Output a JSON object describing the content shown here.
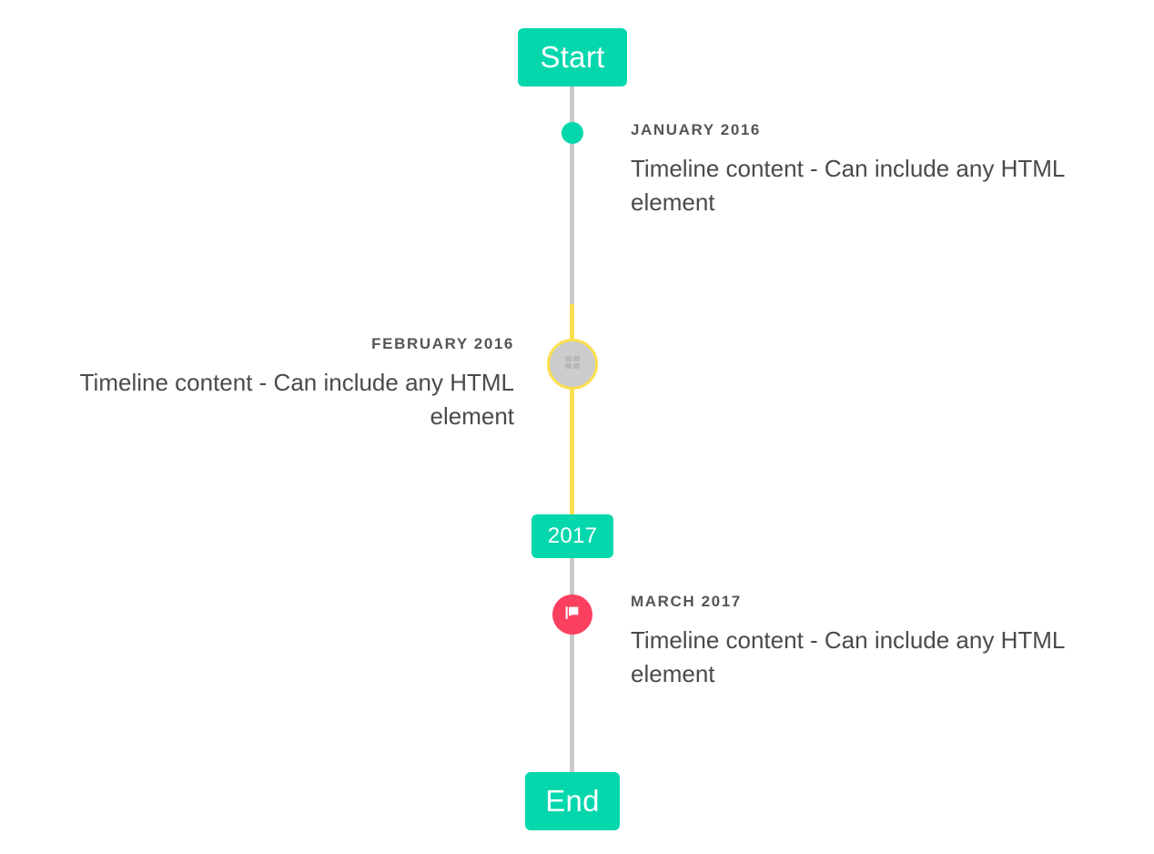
{
  "timeline": {
    "accent_color": "#05d7ad",
    "highlight_color": "#fadf50",
    "marker_flag_color": "#fb3f5f",
    "rail_color": "#c9c9c9",
    "text_color": "#4a4a4a",
    "heading_color": "#555555",
    "start_label": "Start",
    "year_label": "2017",
    "end_label": "End",
    "entries": [
      {
        "heading": "JANUARY 2016",
        "body": "Timeline content - Can include any HTML element",
        "side": "right",
        "marker": "dot-icon"
      },
      {
        "heading": "FEBRUARY 2016",
        "body": "Timeline content - Can include any HTML element",
        "side": "left",
        "marker": "calendar-icon"
      },
      {
        "heading": "MARCH 2017",
        "body": "Timeline content - Can include any HTML element",
        "side": "right",
        "marker": "flag-icon"
      }
    ]
  }
}
